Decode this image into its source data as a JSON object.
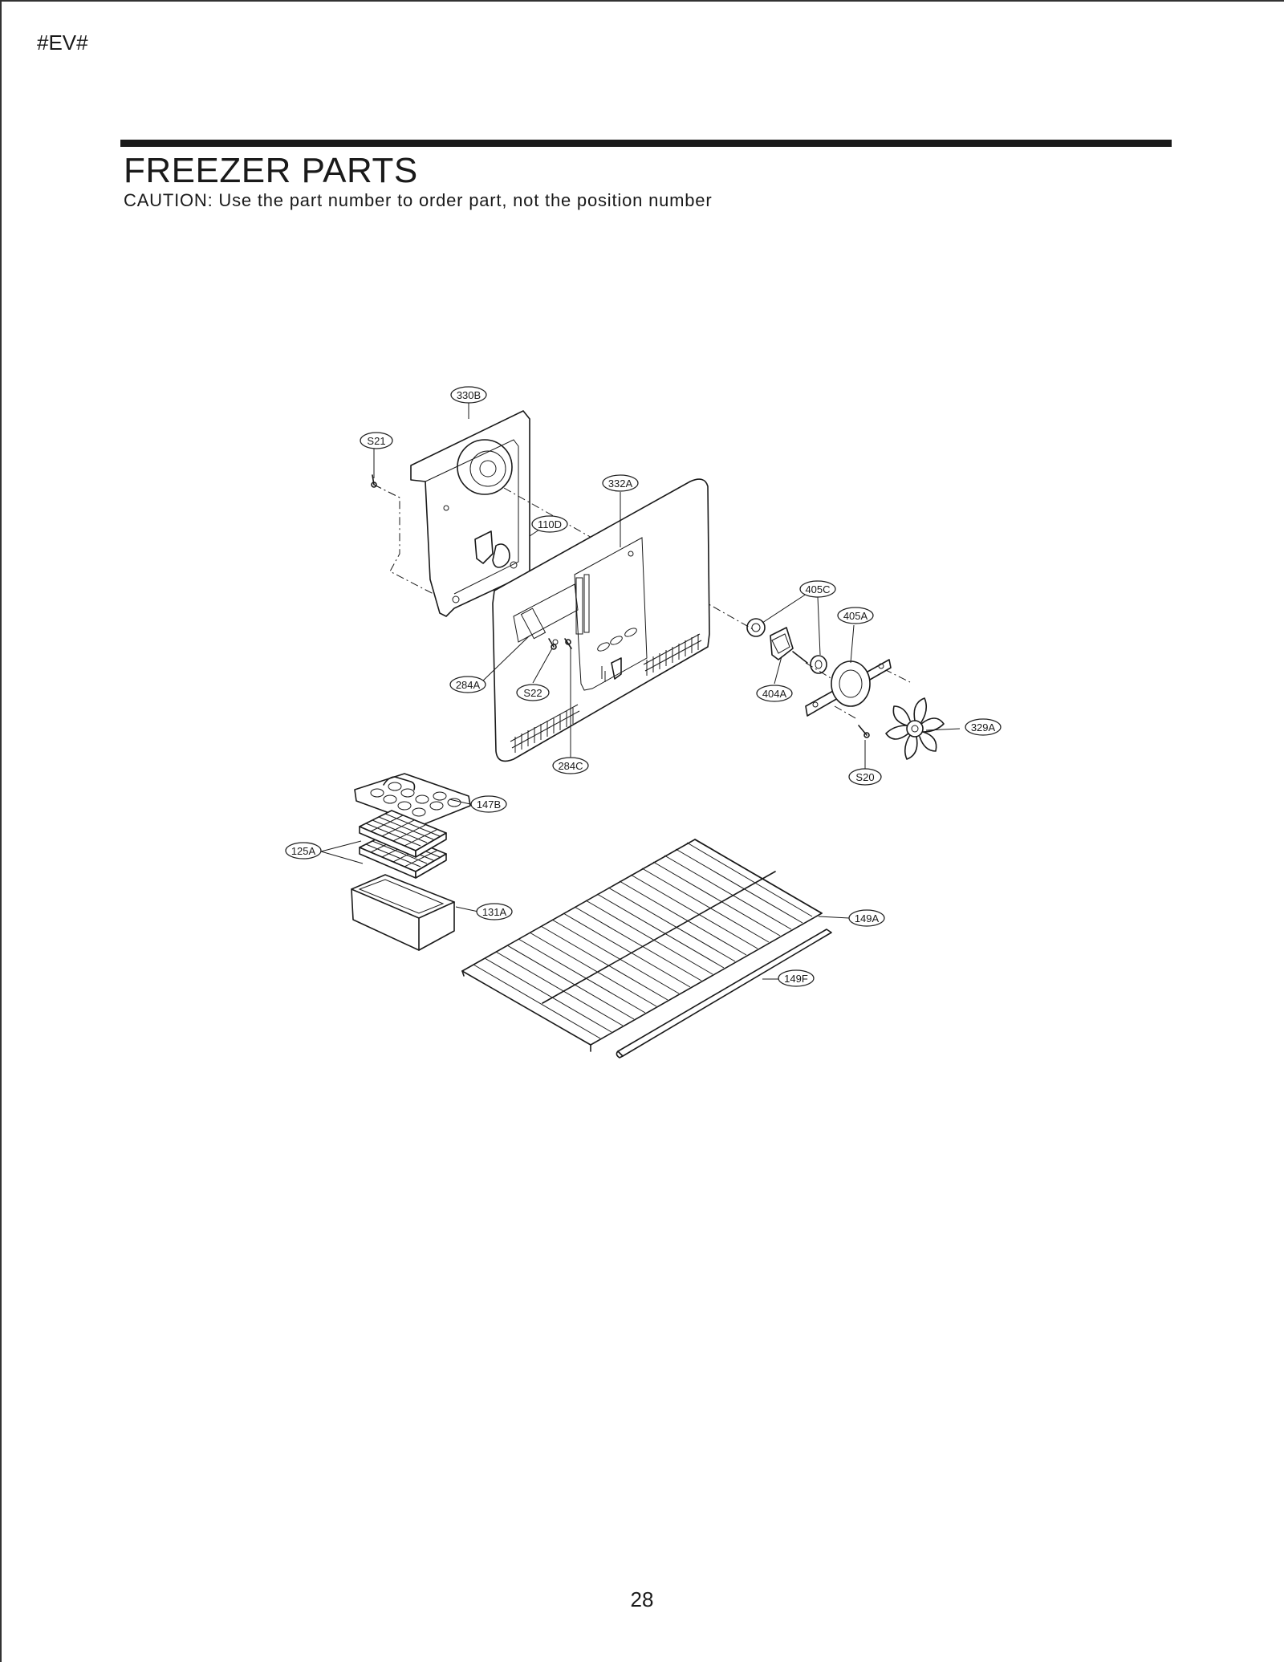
{
  "header": {
    "code": "#EV#"
  },
  "section": {
    "title": "FREEZER PARTS",
    "caution": "CAUTION: Use the part number to order part, not the position number"
  },
  "diagram": {
    "labels": {
      "330B": "330B",
      "S21": "S21",
      "332A": "332A",
      "110D": "110D",
      "405C": "405C",
      "405A": "405A",
      "284A": "284A",
      "S22": "S22",
      "404A": "404A",
      "329A": "329A",
      "284C": "284C",
      "S20": "S20",
      "147B": "147B",
      "125A": "125A",
      "131A": "131A",
      "149A": "149A",
      "149F": "149F"
    }
  },
  "footer": {
    "page_number": "28"
  }
}
